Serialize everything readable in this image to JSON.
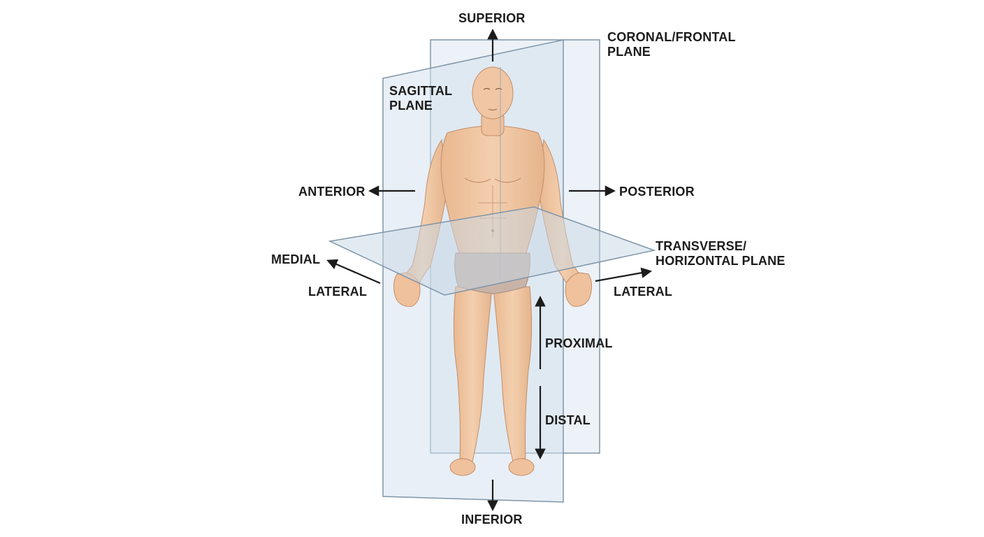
{
  "labels": {
    "superior": "SUPERIOR",
    "inferior": "INFERIOR",
    "anterior": "ANTERIOR",
    "posterior": "POSTERIOR",
    "medial": "MEDIAL",
    "lateral_left": "LATERAL",
    "lateral_right": "LATERAL",
    "proximal": "PROXIMAL",
    "distal": "DISTAL",
    "sagittal_plane": [
      "SAGITTAL",
      "PLANE"
    ],
    "coronal_plane": [
      "CORONAL/FRONTAL",
      "PLANE"
    ],
    "transverse_plane": [
      "TRANSVERSE/",
      "HORIZONTAL PLANE"
    ]
  },
  "colors": {
    "plane_fill": "#d6e3ef",
    "plane_edge": "#7f95a8",
    "skin": "#f0c7a4",
    "skin_shade": "#d9a17c",
    "garment": "#c9b2a4",
    "arrow": "#1c1c1c"
  }
}
